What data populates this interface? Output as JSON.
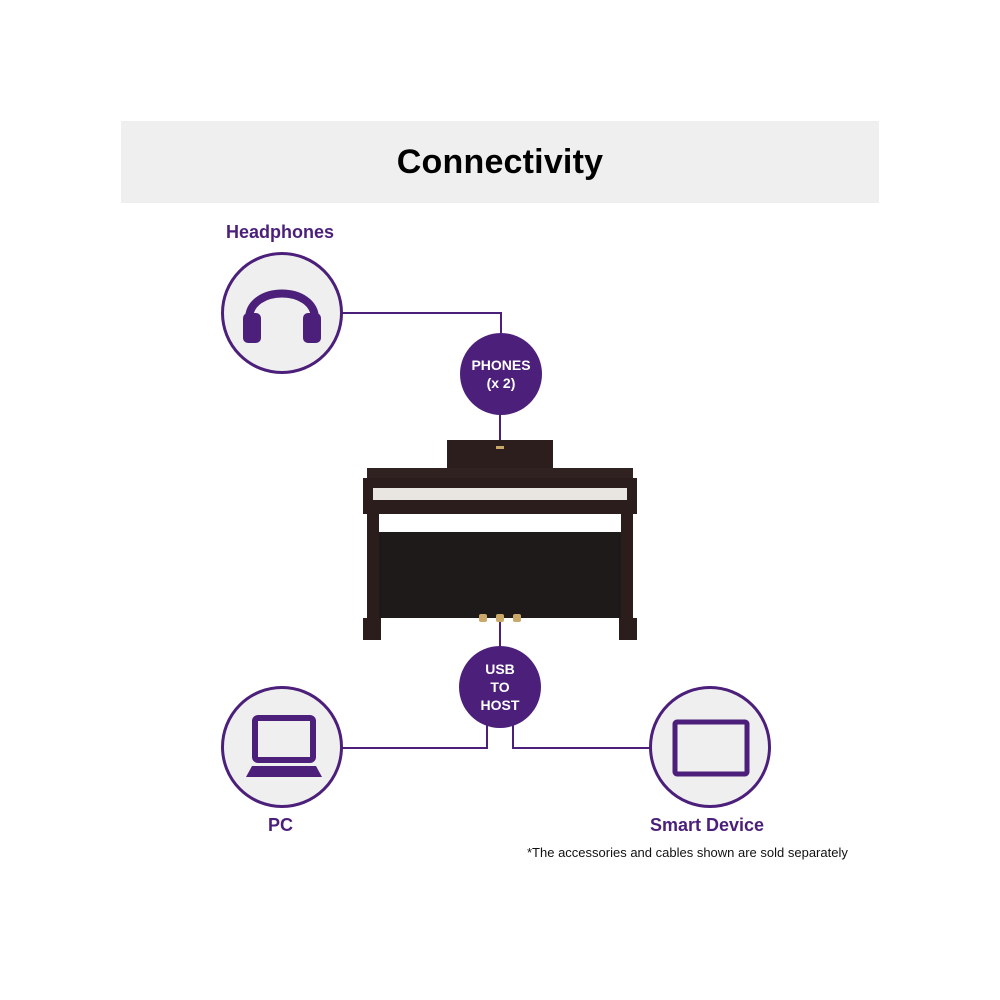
{
  "title": "Connectivity",
  "colors": {
    "accent": "#4b1f7a",
    "header_bg": "#efefef",
    "device_bg": "#efefef"
  },
  "devices": {
    "headphones": {
      "label": "Headphones",
      "icon": "headphones-icon"
    },
    "pc": {
      "label": "PC",
      "icon": "laptop-icon"
    },
    "smart_device": {
      "label": "Smart Device",
      "icon": "tablet-icon"
    }
  },
  "ports": {
    "phones": {
      "line1": "PHONES",
      "line2": "(x 2)"
    },
    "usb": {
      "line1": "USB",
      "line2": "TO",
      "line3": "HOST"
    }
  },
  "product": {
    "name": "digital-piano"
  },
  "footnote": "*The accessories and cables shown are sold separately"
}
